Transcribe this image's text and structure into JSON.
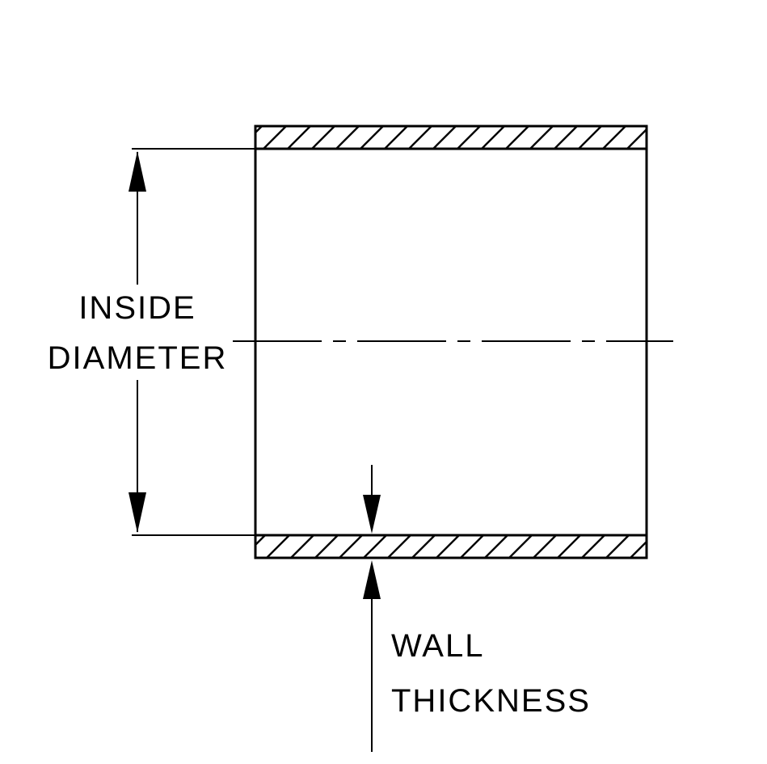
{
  "diagram": {
    "kind": "tube-cross-section",
    "labels": {
      "inside_diameter": {
        "line1": "INSIDE",
        "line2": "DIAMETER"
      },
      "wall_thickness": {
        "line1": "WALL",
        "line2": "THICKNESS"
      }
    },
    "colors": {
      "line": "#000000",
      "background": "#ffffff"
    }
  }
}
